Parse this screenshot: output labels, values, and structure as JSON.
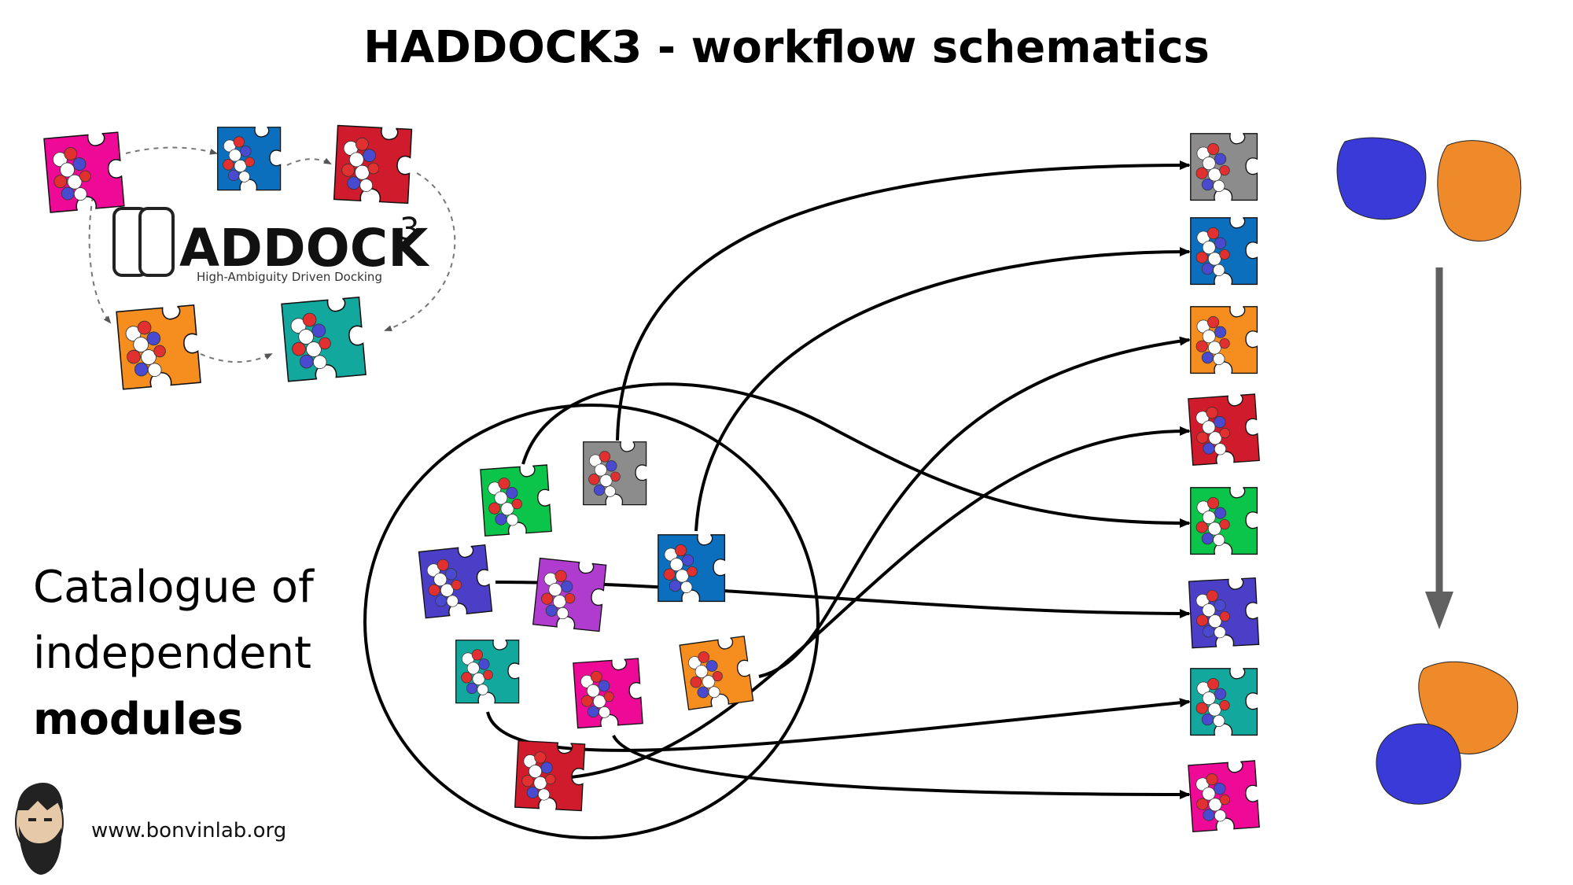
{
  "title": "HADDOCK3 - workflow schematics",
  "logo": {
    "word": "ADDOCK",
    "superscript": "3",
    "tagline": "High-Ambiguity Driven Docking"
  },
  "catalogue": {
    "line1": "Catalogue of",
    "line2": "independent",
    "line3": "modules"
  },
  "website": "www.bonvinlab.org",
  "colors": {
    "magenta": "#ee0a96",
    "blue": "#0b6fbd",
    "red": "#d01b2d",
    "orange": "#f68e1f",
    "teal": "#13a89e",
    "green": "#0bc44a",
    "gray": "#8c8c8c",
    "indigo": "#4b3fc8",
    "purple": "#b03ccf",
    "protein_blue": "#3a3ad8",
    "protein_orange": "#ef8a2a",
    "arrow_gray": "#606060"
  },
  "workflow_order": [
    "gray",
    "blue",
    "orange",
    "red",
    "green",
    "indigo",
    "teal",
    "magenta"
  ]
}
